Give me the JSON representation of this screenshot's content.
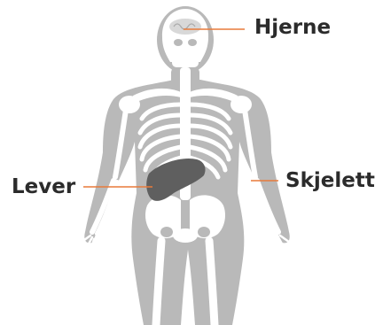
{
  "labels": {
    "brain": "Hjerne",
    "liver": "Lever",
    "skeleton": "Skjelett"
  },
  "colors": {
    "body": "#b9b9b9",
    "bone": "#ffffff",
    "liver": "#5f5f5f",
    "leader": "#e87a3a",
    "text": "#2b2b2b"
  }
}
